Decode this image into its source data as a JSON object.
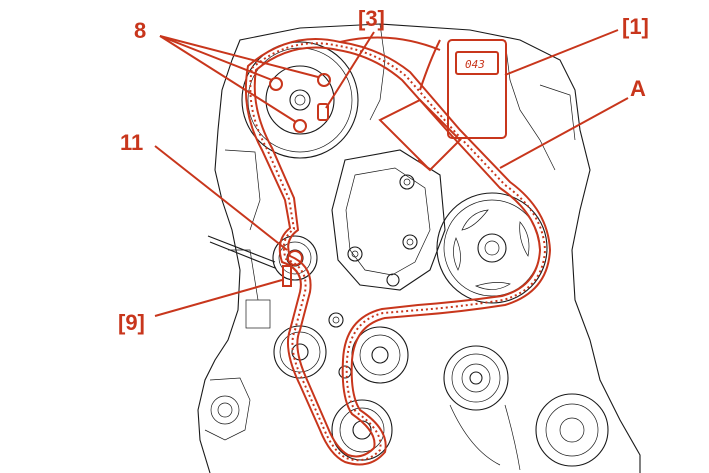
{
  "callouts": {
    "label_8": "8",
    "label_3": "[3]",
    "label_1": "[1]",
    "label_A": "A",
    "label_11": "11",
    "label_9": "[9]"
  },
  "meter": {
    "display": "043"
  },
  "colors": {
    "accent": "#c8361c",
    "ink": "#1a1a1a",
    "background": "#ffffff"
  }
}
